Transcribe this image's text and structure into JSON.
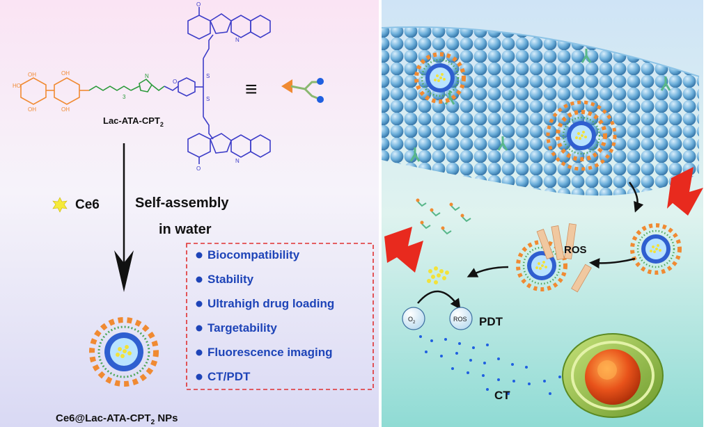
{
  "left": {
    "compound_label": "Lac-ATA-CPT",
    "compound_subscript": "2",
    "equiv_symbol": "≡",
    "ce6_label": "Ce6",
    "step_line1": "Self-assembly",
    "step_line2": "in water",
    "nps_label_prefix": "Ce6@Lac-ATA-CPT",
    "nps_subscript": "2",
    "nps_label_suffix": " NPs",
    "peg_subscript": "3",
    "features": [
      "Biocompatibility",
      "Stability",
      "Ultrahigh drug loading",
      "Targetability",
      "Fluorescence imaging",
      "CT/PDT"
    ]
  },
  "right": {
    "ros_label": "ROS",
    "o2_label": "O",
    "o2_subscript": "2",
    "ros_bubble": "ROS",
    "pdt_label": "PDT",
    "ct_label": "CT"
  },
  "colors": {
    "orange": "#f08a32",
    "blue_chem": "#3c3cc8",
    "green_chem": "#2a9a3a",
    "feature_text": "#1e44b8",
    "frame_red": "#e03030",
    "lightning": "#e82a1e"
  }
}
